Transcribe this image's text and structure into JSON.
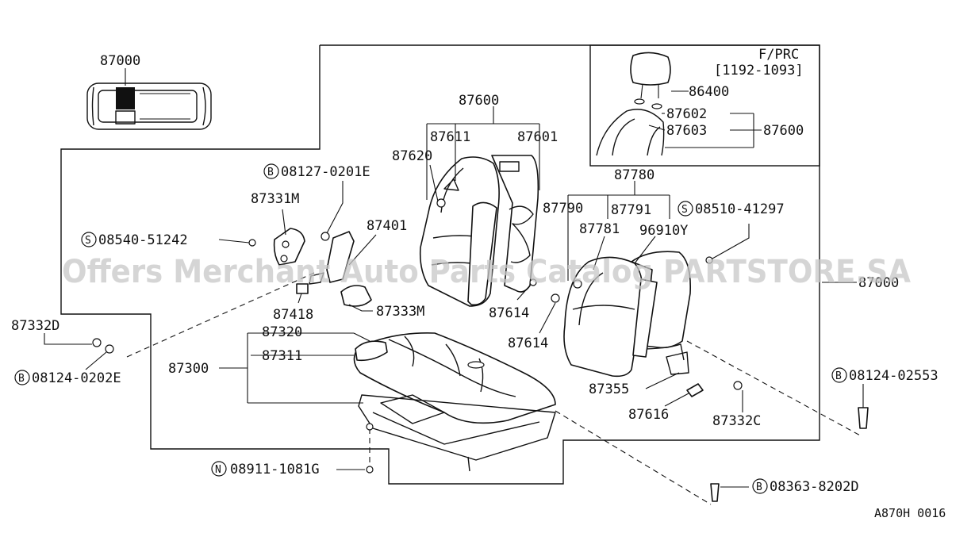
{
  "watermark": "Offers Merchant Auto Parts Catalog PARTSTORE.SA",
  "figure_code": "A870H 0016",
  "inset": {
    "title": "F/PRC",
    "date_range": "[1192-1093]",
    "labels": [
      "86400",
      "87602",
      "87603",
      "87600"
    ]
  },
  "labels": {
    "vehicle": "87000",
    "backrest_group": "87600",
    "l87611": "87611",
    "l87601": "87601",
    "l87620": "87620",
    "l87780": "87780",
    "l87790": "87790",
    "l87791": "87791",
    "l87781": "87781",
    "l96910y": "96910Y",
    "l87331m": "87331M",
    "l87401": "87401",
    "l87418": "87418",
    "l87333m": "87333M",
    "l87614a": "87614",
    "l87614b": "87614",
    "l87332d": "87332D",
    "l87320": "87320",
    "l87311": "87311",
    "l87300": "87300",
    "l87355": "87355",
    "l87616": "87616",
    "l87332c": "87332C",
    "l87000r": "87000"
  },
  "fasteners": {
    "b1": {
      "prefix": "B",
      "code": "08127-0201E"
    },
    "s1": {
      "prefix": "S",
      "code": "08540-51242"
    },
    "s2": {
      "prefix": "S",
      "code": "08510-41297"
    },
    "b2": {
      "prefix": "B",
      "code": "08124-0202E"
    },
    "b3": {
      "prefix": "B",
      "code": "08124-02553"
    },
    "n1": {
      "prefix": "N",
      "code": "08911-1081G"
    },
    "b4": {
      "prefix": "B",
      "code": "08363-8202D"
    }
  }
}
